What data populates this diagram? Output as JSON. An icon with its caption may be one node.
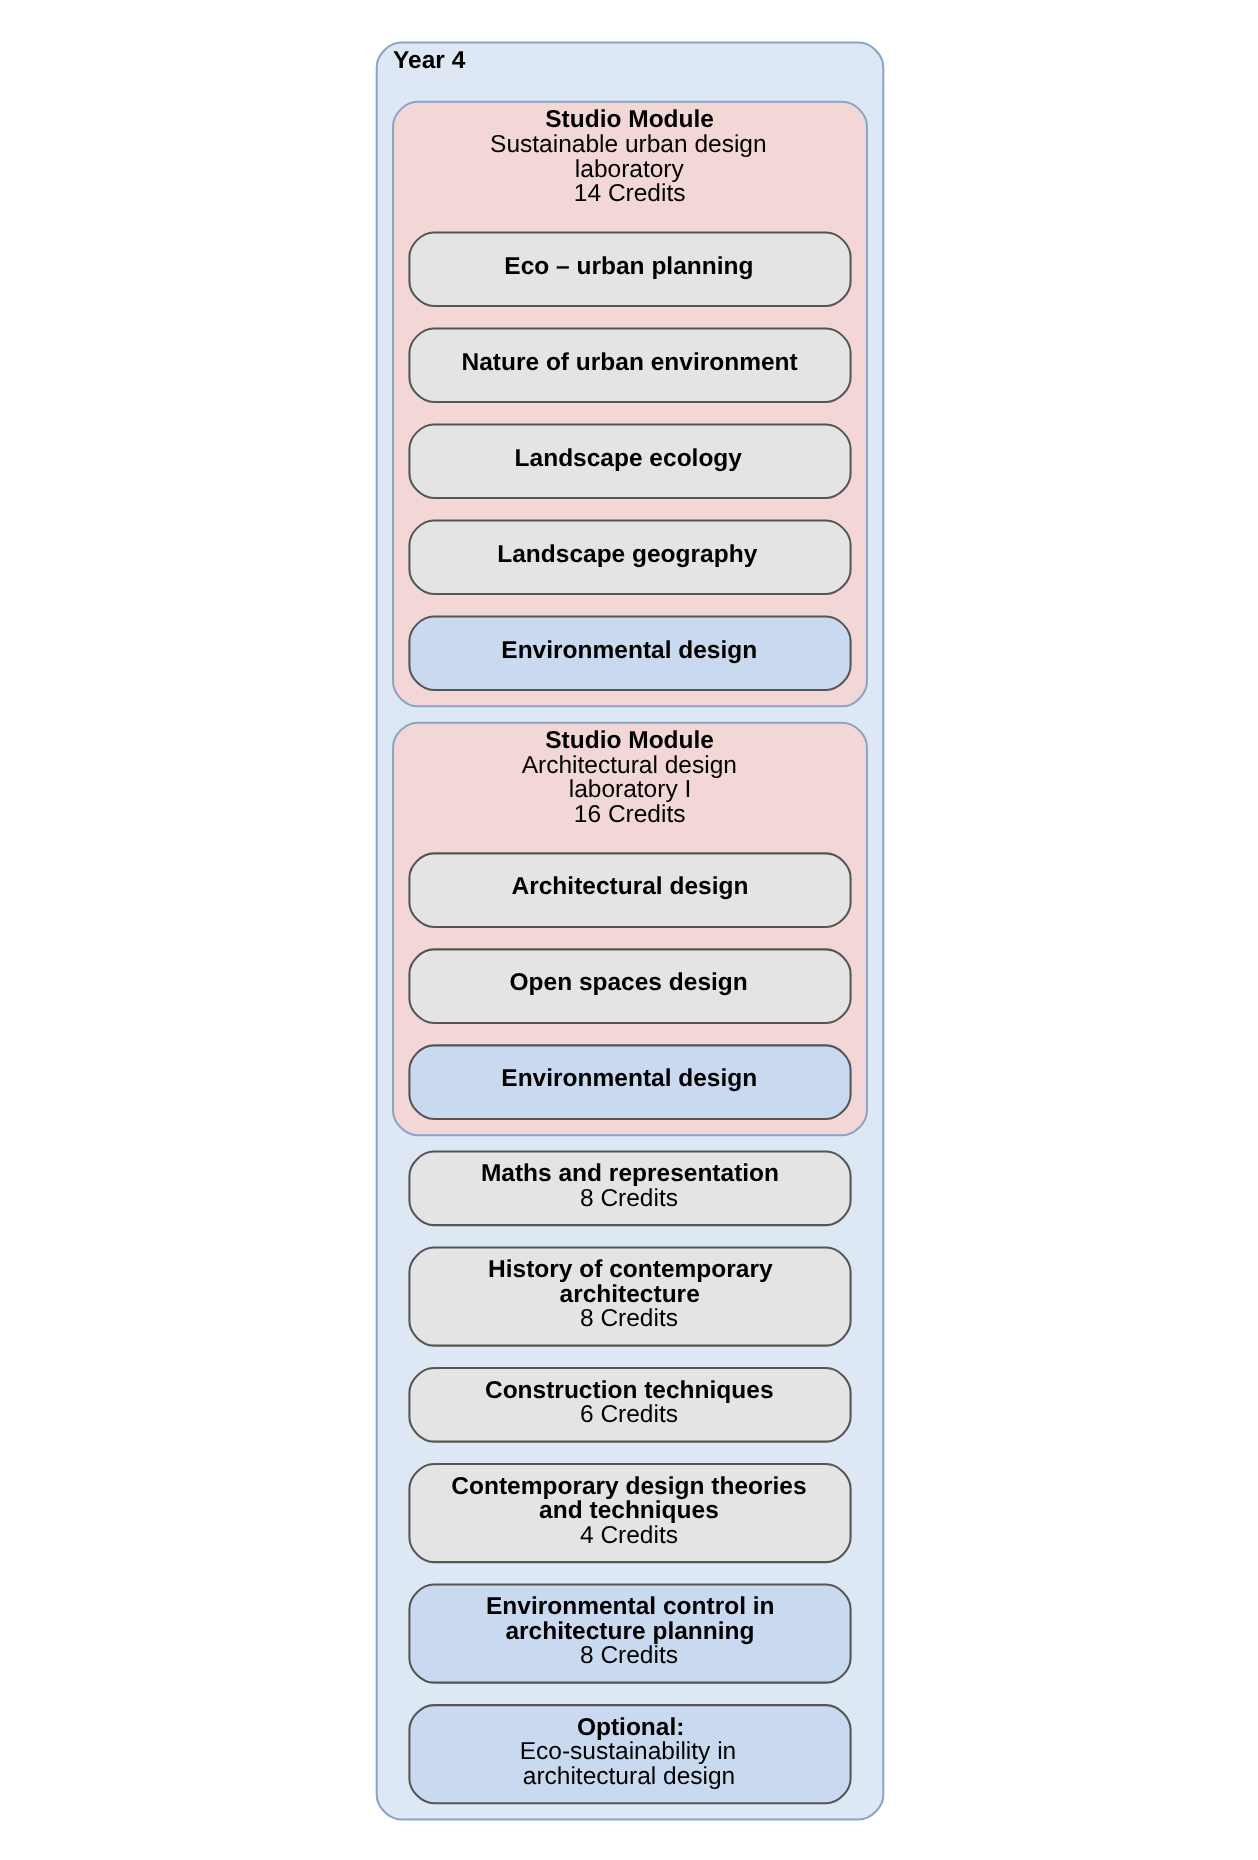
{
  "diagram": {
    "nodes": [
      {
        "text": [
          "Year 4"
        ]
      },
      {
        "text": [
          "Maths and representation",
          "8 Credits"
        ],
        "in": 0
      },
      {
        "text": [
          "History of contemporary architecture",
          "8 Credits"
        ],
        "in": 0
      },
      {
        "text": [
          "Construction techniques",
          "6 Credits"
        ],
        "in": 0
      },
      {
        "text": [
          "Contemporary design theories and techniques",
          "4 Credits"
        ],
        "in": 0
      },
      {
        "text": [
          "Studio Module",
          "Sustainable urban design laboratory",
          "14 Credits"
        ],
        "in": 0
      },
      {
        "text": [
          "Eco – urban planning"
        ],
        "in": 5
      },
      {
        "text": [
          "Nature of urban environment"
        ],
        "in": 5
      },
      {
        "text": [
          "Landscape ecology"
        ],
        "in": 5
      },
      {
        "text": [
          "Landscape geography"
        ],
        "in": 5
      },
      {
        "text": [
          "Environmental design"
        ],
        "in": 5
      },
      {
        "text": [
          "Studio Module",
          "Architectural design laboratory I",
          "16 Credits"
        ],
        "in": 0
      },
      {
        "text": [
          "Environmental control in architecture planning",
          "8 Credits"
        ],
        "in": 0
      },
      {
        "text": [
          "Optional:",
          "Eco-sustainability in architectural design"
        ],
        "in": 0
      },
      {
        "text": [
          "Architectural design"
        ],
        "in": 11
      },
      {
        "text": [
          "Open spaces design"
        ],
        "in": 11
      },
      {
        "text": [
          "Environmental design"
        ],
        "in": 11
      }
    ],
    "edges": []
  }
}
